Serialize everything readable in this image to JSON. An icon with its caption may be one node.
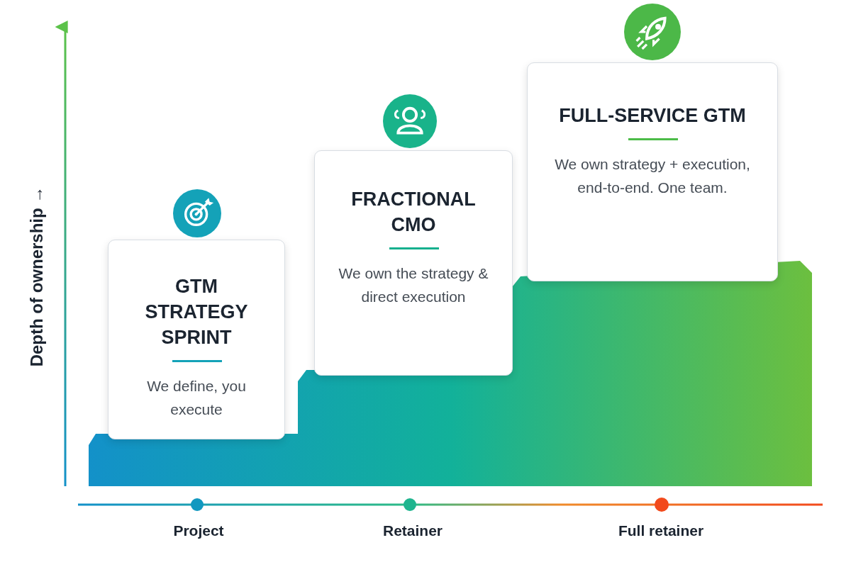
{
  "diagram": {
    "nodes": [
      {
        "text": [
          "GTM STRATEGY SPRINT",
          "We define, you execute"
        ]
      },
      {
        "text": [
          "FRACTIONAL CMO",
          "We own the strategy & direct execution"
        ]
      },
      {
        "text": [
          "FULL-SERVICE GTM",
          "We own strategy + execution, end-to-end. One team."
        ]
      }
    ],
    "labels": [
      "Depth of ownership →",
      "Project",
      "Retainer",
      "Full retainer"
    ]
  }
}
